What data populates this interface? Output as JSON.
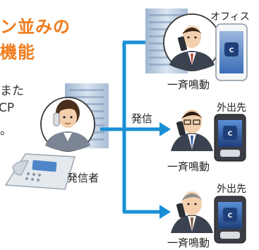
{
  "heading": {
    "line1": "ン並みの",
    "line2": "機能"
  },
  "body_text": {
    "line1": "また",
    "line2": "CP",
    "line3": "。"
  },
  "labels": {
    "caller": "発信者",
    "outgoing_call": "発信",
    "office": "オフィス",
    "outside_1": "外出先",
    "outside_2": "外出先",
    "simultaneous_ring_1": "一斉鳴動",
    "simultaneous_ring_2": "一斉鳴動",
    "simultaneous_ring_3": "一斉鳴動"
  },
  "colors": {
    "heading": "#f07c1e",
    "arrow": "#1a8fd6",
    "building": "#b9cbe0",
    "suit_dark": "#3b4250",
    "shirt": "#ffffff",
    "skin": "#f3cfae",
    "hair": "#4a2e1c",
    "phone_screen": "#2a5ea8"
  }
}
